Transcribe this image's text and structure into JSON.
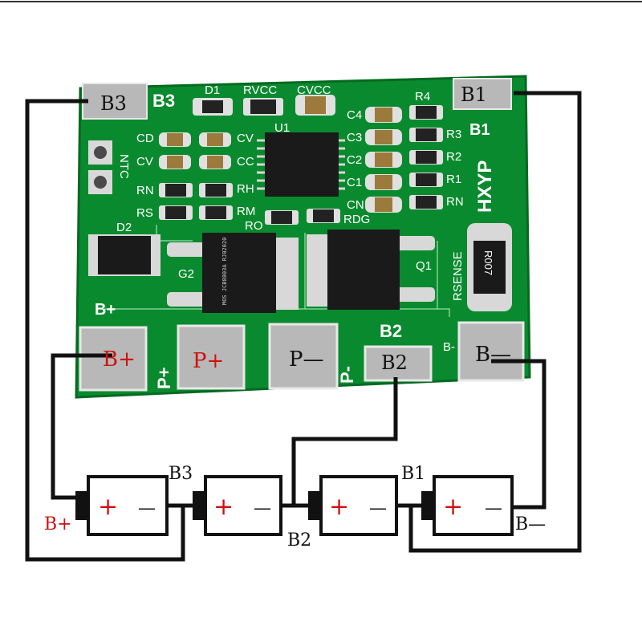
{
  "board": {
    "brand": "HXYP",
    "silkscreen": {
      "b3": "B3",
      "d1": "D1",
      "rvcc": "RVCC",
      "cvcc": "CVCC",
      "c4": "C4",
      "r4": "R4",
      "b1": "B1",
      "cd": "CD",
      "cv_l": "CV",
      "cv_r": "CV",
      "cc": "CC",
      "u1": "U1",
      "c3": "C3",
      "r3": "R3",
      "c2": "C2",
      "r2": "R2",
      "c1": "C1",
      "r1": "R1",
      "ntc": "NTC",
      "rn_l": "RN",
      "rh": "RH",
      "rs": "RS",
      "rm": "RM",
      "cn": "CN",
      "rn_r": "RN",
      "d2": "D2",
      "ro": "RO",
      "rdg": "RDG",
      "rsense": "RSENSE",
      "g2": "G2",
      "q1": "Q1",
      "b_plus": "B+",
      "b2": "B2",
      "p_plus": "P+",
      "p_minus": "P-",
      "b_small": "B-",
      "r_marking": "R007",
      "mosfet_marking": "MOS\nJCB8803A\nRJ02020"
    },
    "pads": {
      "b3": "B3",
      "b1": "B1",
      "b_plus": "B+",
      "p_plus": "P+",
      "p_minus": "P—",
      "b2": "B2",
      "b_minus": "B—"
    }
  },
  "wiring": {
    "labels": {
      "b3": "B3",
      "b1": "B1",
      "b2": "B2",
      "b_plus": "B+",
      "b_minus": "B—"
    }
  },
  "cells": [
    {
      "plus": "+",
      "minus": "—"
    },
    {
      "plus": "+",
      "minus": "—"
    },
    {
      "plus": "+",
      "minus": "—"
    },
    {
      "plus": "+",
      "minus": "—"
    }
  ],
  "colors": {
    "pcb": "#0a8a2e",
    "pcb_dark": "#067024",
    "pad": "#b8b8b8",
    "wire": "#111111",
    "plus_red": "#d01010"
  }
}
